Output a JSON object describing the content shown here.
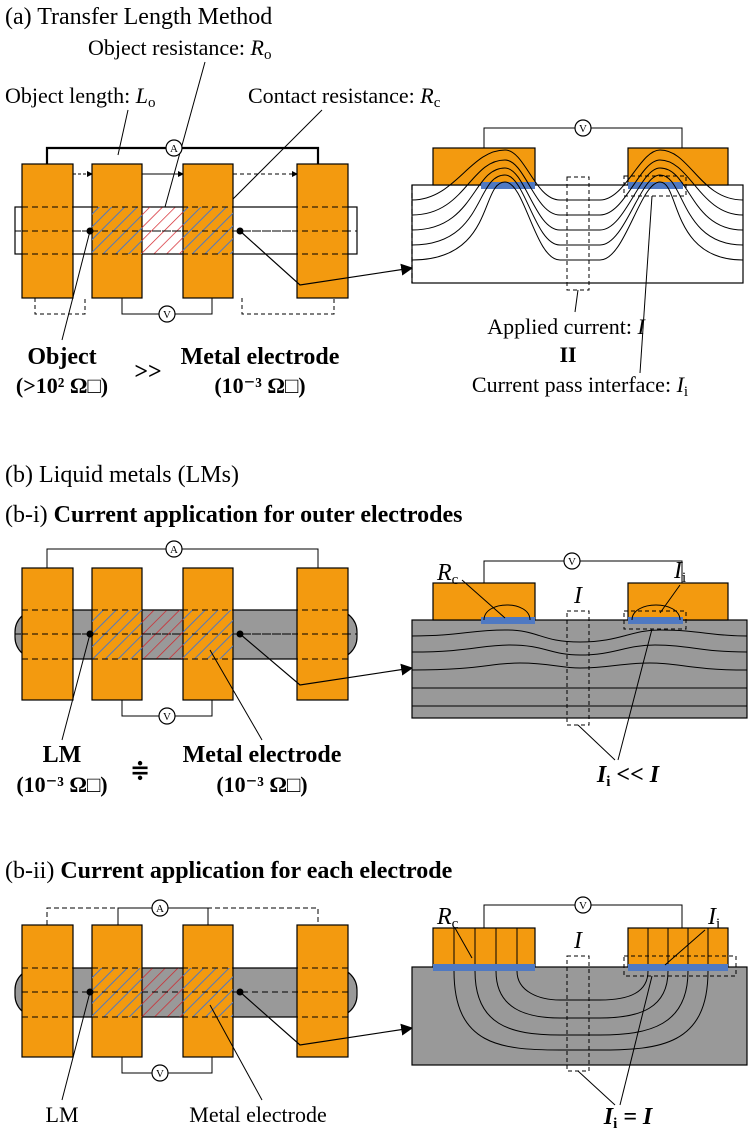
{
  "colors": {
    "electrode": "#F39A0F",
    "lm_gray": "#999999",
    "interface_blue": "#4F79C2",
    "hatch_blue": "#4F79C2",
    "hatch_red": "#D32027"
  },
  "meters": {
    "ammeter": "A",
    "voltmeter": "V"
  },
  "panel_a": {
    "title": "(a) Transfer Length Method",
    "object_resistance_label": "Object resistance: ",
    "object_resistance_sym": "R",
    "object_resistance_sub": "o",
    "object_length_label": "Object length: ",
    "object_length_sym": "L",
    "object_length_sub": "o",
    "contact_resistance_label": "Contact resistance: ",
    "contact_resistance_sym": "R",
    "contact_resistance_sub": "c",
    "object_name": "Object",
    "object_value": "(>10² Ω□)",
    "comparison": ">>",
    "electrode_name": "Metal electrode",
    "electrode_value": "(10⁻³ Ω□)",
    "applied_current_label": "Applied current: ",
    "applied_current_sym": "I",
    "equals_sign": "II",
    "interface_current_label": "Current pass interface: ",
    "interface_current_sym": "I",
    "interface_current_sub": "i"
  },
  "panel_b": {
    "title": "(b) Liquid metals (LMs)",
    "bi_prefix": "(b-i) ",
    "bi_title": "Current application for outer electrodes",
    "lm_name": "LM",
    "lm_value": "(10⁻³ Ω□)",
    "approx_sign": "≑",
    "electrode_name": "Metal electrode",
    "electrode_value": "(10⁻³ Ω□)",
    "rc_sym": "R",
    "rc_sub": "c",
    "ii_sym": "I",
    "ii_sub": "i",
    "i_sym": "I",
    "bi_relation_sym": "I",
    "bi_relation_sub": "i",
    "bi_relation_rest": " << I",
    "bii_prefix": "(b-ii) ",
    "bii_title": "Current application for each electrode",
    "bii_lm_label": "LM",
    "bii_electrode_label": "Metal electrode",
    "bii_relation_sym": "I",
    "bii_relation_sub": "i",
    "bii_relation_rest": " = I"
  }
}
